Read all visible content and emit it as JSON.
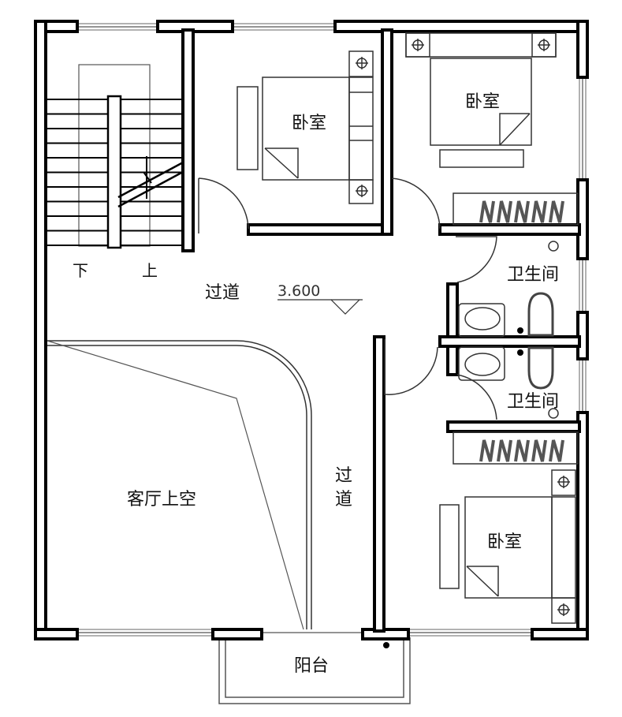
{
  "rooms": {
    "bedroom_1": "卧室",
    "bedroom_2": "卧室",
    "bedroom_3": "卧室",
    "bathroom_1": "卫生间",
    "bathroom_2": "卫生间",
    "corridor_main": "过道",
    "corridor_vertical_1": "过",
    "corridor_vertical_2": "道",
    "living_void": "客厅上空",
    "balcony": "阳台"
  },
  "stairs": {
    "down": "下",
    "up": "上"
  },
  "elevation": "3.600"
}
